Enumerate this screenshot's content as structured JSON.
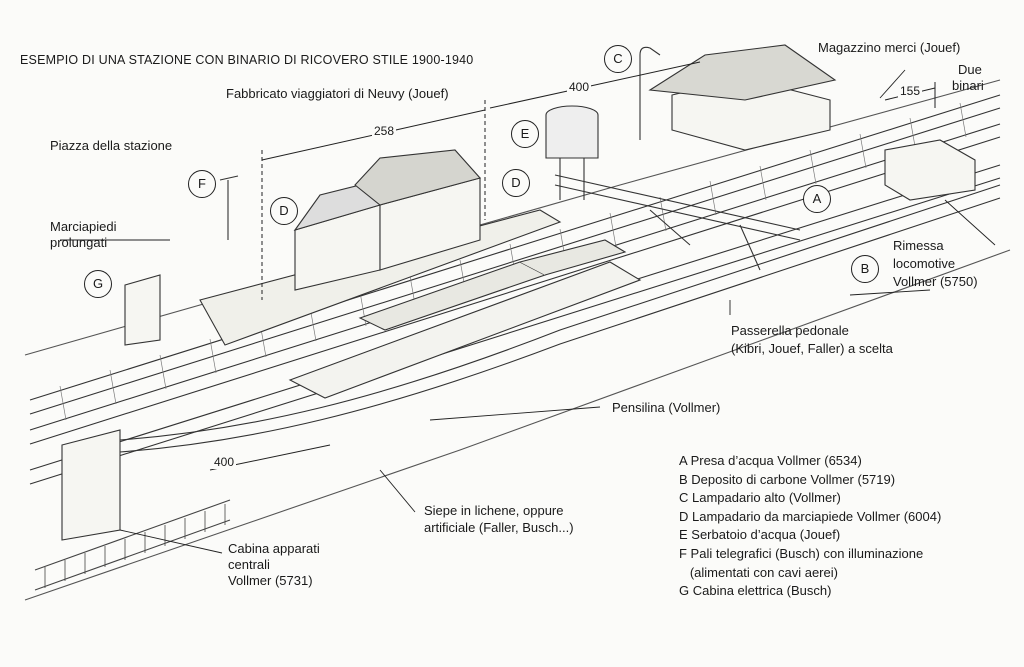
{
  "title": "ESEMPIO DI UNA STAZIONE CON BINARIO DI RICOVERO STILE 1900-1940",
  "labels": {
    "magazzino": "Magazzino merci (Jouef)",
    "due_binari_1": "Due",
    "due_binari_2": "binari",
    "fabbricato": "Fabbricato viaggiatori di Neuvy (Jouef)",
    "piazza": "Piazza della stazione",
    "marciapiedi_1": "Marciapiedi",
    "marciapiedi_2": "prolungati",
    "rimessa_1": "Rimessa",
    "rimessa_2": "locomotive",
    "rimessa_3": "Vollmer (5750)",
    "passerella_1": "Passerella pedonale",
    "passerella_2": "(Kibri, Jouef, Faller) a scelta",
    "pensilina": "Pensilina (Vollmer)",
    "siepe_1": "Siepe in lichene, oppure",
    "siepe_2": "artificiale (Faller, Busch...)",
    "cabina_1": "Cabina apparati",
    "cabina_2": "centrali",
    "cabina_3": "Vollmer (5731)"
  },
  "dimensions": {
    "d400_top": "400",
    "d155": "155",
    "d258": "258",
    "d400_bottom": "400"
  },
  "markers": {
    "A": "A",
    "B": "B",
    "C": "C",
    "D1": "D",
    "D2": "D",
    "E": "E",
    "F": "F",
    "G": "G"
  },
  "legend": [
    "A Presa d’acqua Vollmer (6534)",
    "B Deposito di carbone Vollmer (5719)",
    "C Lampadario alto (Vollmer)",
    "D Lampadario da marciapiede Vollmer (6004)",
    "E Serbatoio d’acqua (Jouef)",
    "F Pali telegrafici (Busch) con illuminazione",
    "   (alimentati con cavi aerei)",
    "G Cabina elettrica (Busch)"
  ]
}
